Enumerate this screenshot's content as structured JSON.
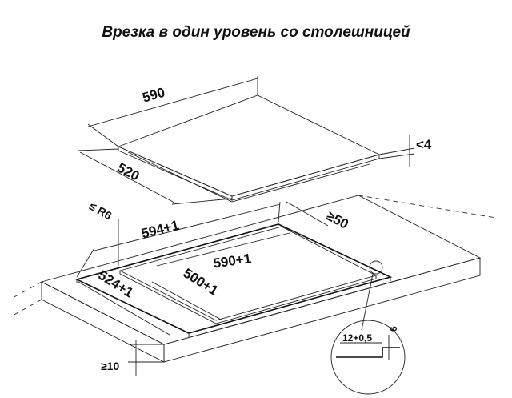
{
  "title": "Врезка в один уровень со столешницей",
  "dimensions": {
    "hob_width": "590",
    "hob_depth": "520",
    "hob_thickness": "<4",
    "corner_radius": "≤ R6",
    "outer_cutout_width": "594+1",
    "outer_cutout_depth": "524+1",
    "inner_cutout_width": "590+1",
    "inner_cutout_depth": "500+1",
    "min_edge_distance": "≥50",
    "min_worktop_thickness": "≥10",
    "rebate_width": "12+0,5",
    "rebate_depth": "6"
  },
  "colors": {
    "worktop_top": "#e6e6e6",
    "worktop_edge": "#d2d2d2",
    "hob_glass": "#d8d8d8",
    "hob_edge": "#a8a8a8",
    "cutout": "#ffffff"
  }
}
